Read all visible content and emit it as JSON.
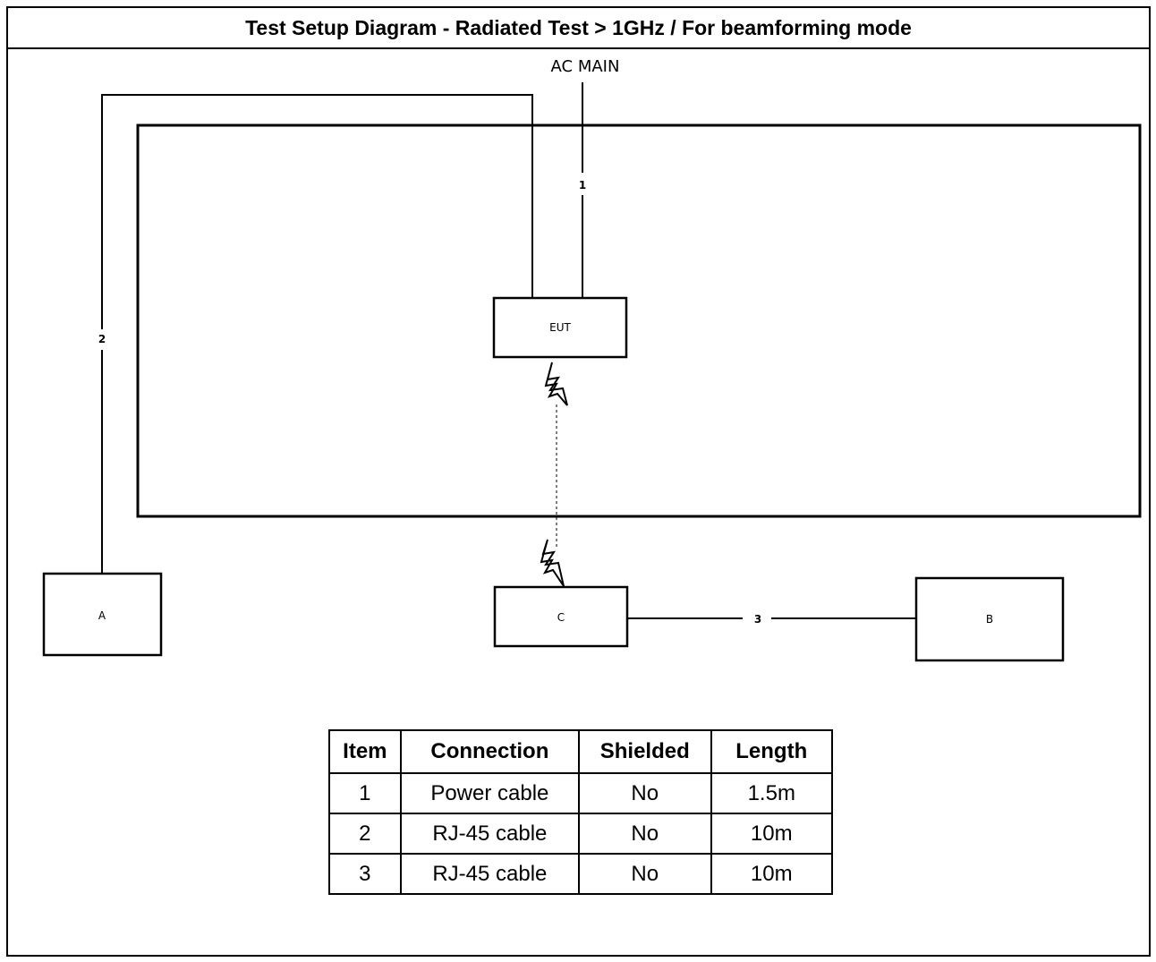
{
  "title": "Test Setup Diagram - Radiated Test > 1GHz / For beamforming mode",
  "diagram": {
    "ac_main_label": "AC MAIN",
    "eut_label": "EUT",
    "box_a_label": "A",
    "box_b_label": "B",
    "box_c_label": "C",
    "cable_1_label": "1",
    "cable_2_label": "2",
    "cable_3_label": "3"
  },
  "table": {
    "headers": [
      "Item",
      "Connection",
      "Shielded",
      "Length"
    ],
    "rows": [
      [
        "1",
        "Power cable",
        "No",
        "1.5m"
      ],
      [
        "2",
        "RJ-45 cable",
        "No",
        "10m"
      ],
      [
        "3",
        "RJ-45 cable",
        "No",
        "10m"
      ]
    ]
  }
}
